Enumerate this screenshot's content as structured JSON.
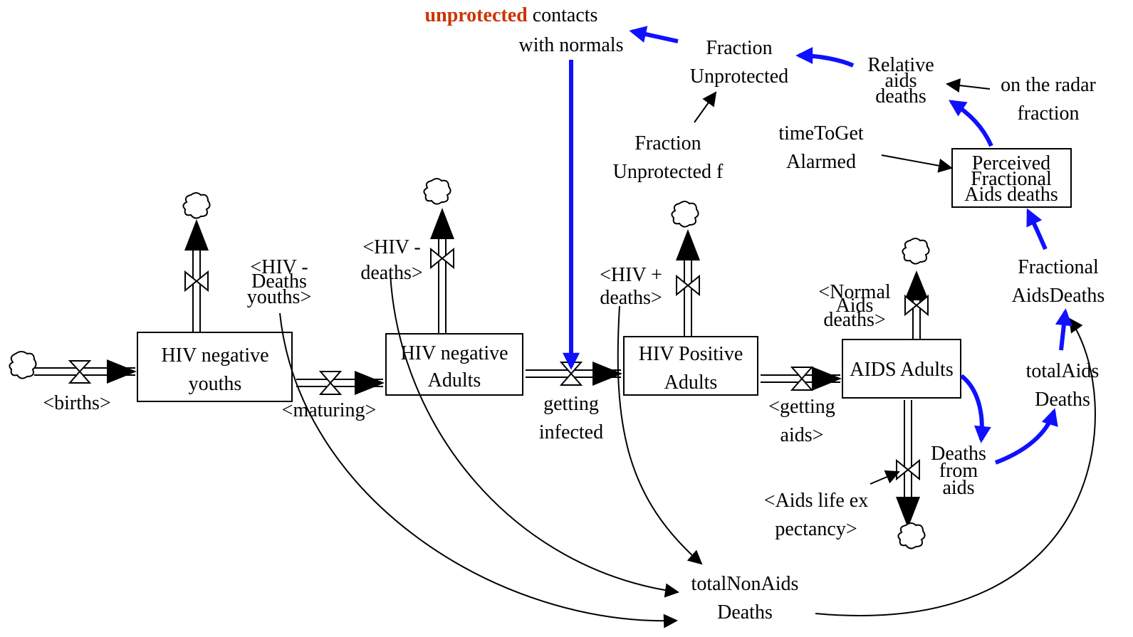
{
  "colors": {
    "link_black": "#000000",
    "link_blue": "#1010ff",
    "highlight_red": "#cc3300"
  },
  "stocks": {
    "hiv_neg_youths": [
      "HIV negative",
      "youths"
    ],
    "hiv_neg_adults": [
      "HIV negative",
      "Adults"
    ],
    "hiv_pos_adults": [
      "HIV Positive",
      "Adults"
    ],
    "aids_adults": [
      "AIDS Adults"
    ],
    "perceived_fractional": [
      "Perceived",
      "Fractional",
      "Aids deaths"
    ]
  },
  "flows": {
    "births": "<births>",
    "maturing": "<maturing>",
    "getting_infected": [
      "getting",
      "infected"
    ],
    "getting_aids": [
      "<getting",
      "aids>"
    ],
    "deaths_from_aids": [
      "Deaths",
      "from",
      "aids"
    ]
  },
  "shadow_vars": {
    "hiv_minus_deaths_youths": [
      "<HIV -",
      "Deaths",
      "youths>"
    ],
    "hiv_minus_deaths": [
      "<HIV -",
      "deaths>"
    ],
    "hiv_plus_deaths": [
      "<HIV +",
      "deaths>"
    ],
    "normal_aids_deaths": [
      "<Normal",
      "Aids",
      "deaths>"
    ],
    "aids_life_expectancy": [
      "<Aids life ex",
      "pectancy>"
    ]
  },
  "aux": {
    "unprotected_highlight": "unprotected",
    "unprotected_rest": " contacts",
    "with_normals": "with normals",
    "fraction_unprotected": [
      "Fraction",
      "Unprotected"
    ],
    "fraction_unprotected_f": [
      "Fraction",
      "Unprotected f"
    ],
    "relative_aids_deaths": [
      "Relative",
      "aids",
      "deaths"
    ],
    "on_the_radar": [
      "on the radar",
      "fraction"
    ],
    "time_to_get_alarmed": [
      "timeToGet",
      "Alarmed"
    ],
    "fractional_aids_deaths": [
      "Fractional",
      "AidsDeaths"
    ],
    "total_aids_deaths": [
      "totalAids",
      "Deaths"
    ],
    "total_non_aids_deaths": [
      "totalNonAids",
      "Deaths"
    ]
  }
}
